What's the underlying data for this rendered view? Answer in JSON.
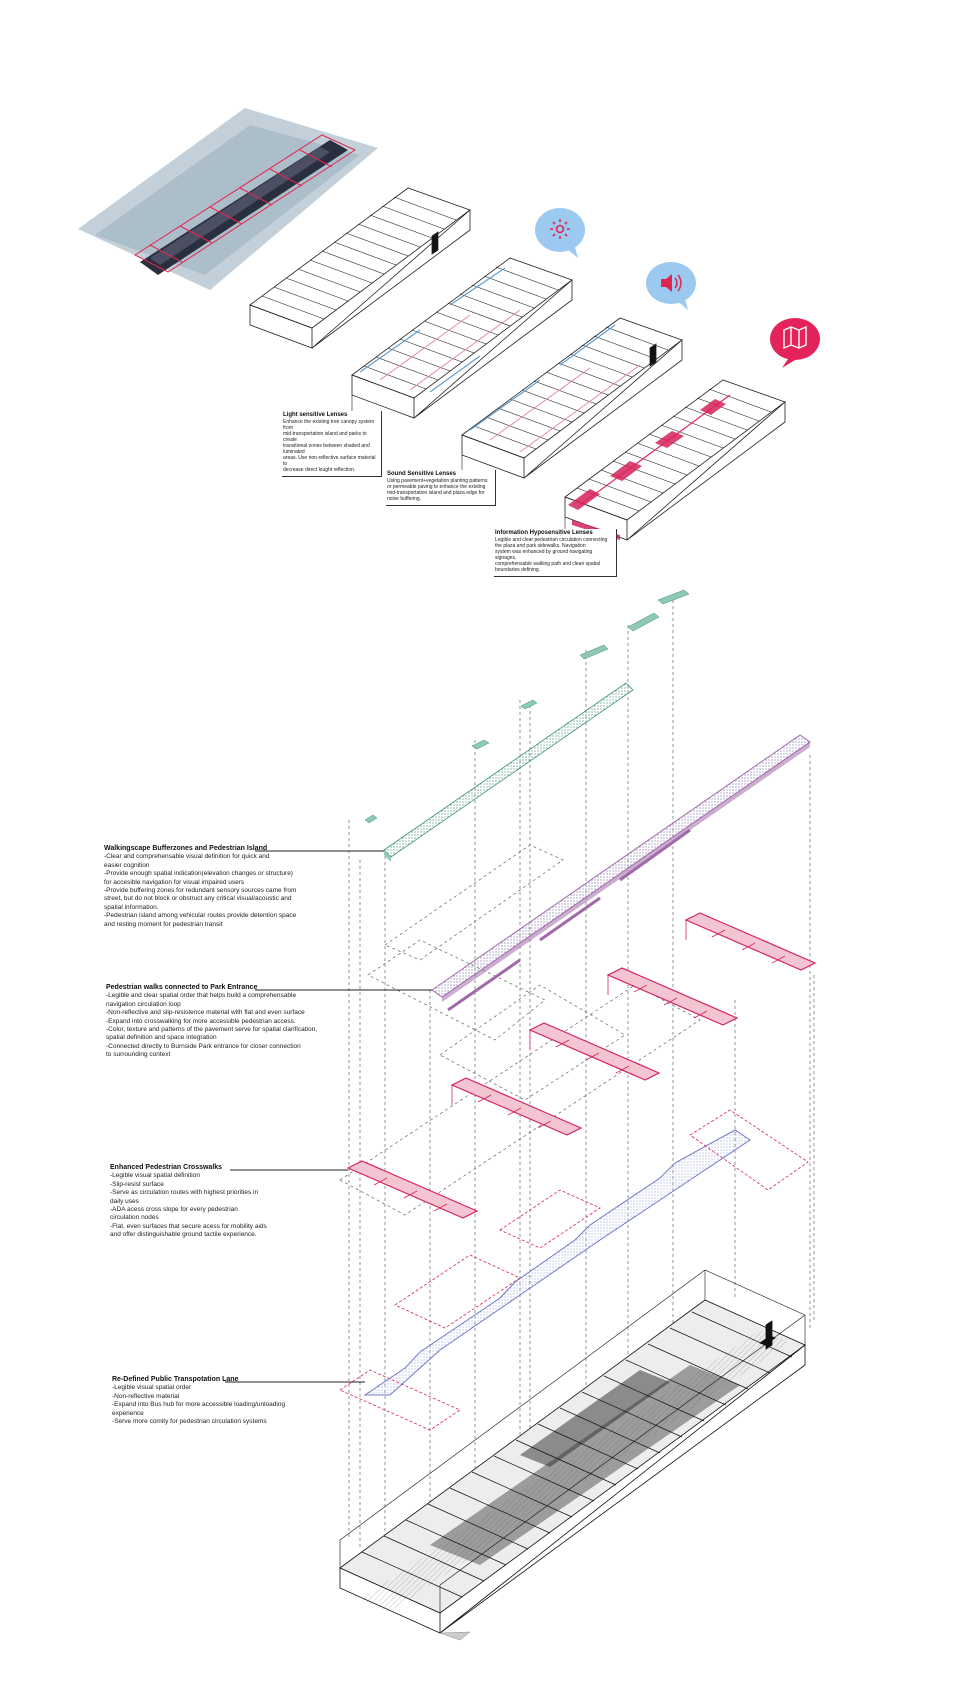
{
  "colors": {
    "blue_bubble": "#9cc9ef",
    "blue_icon": "#e0274f",
    "red_bubble": "#e32359",
    "teal": "#8fc8b6",
    "purple": "#a06aa8",
    "crimson": "#d5235a",
    "periwinkle": "#6f78c8",
    "ink": "#222222"
  },
  "icons": {
    "light": "sun-icon",
    "sound": "speaker-icon",
    "info": "map-icon"
  },
  "lenses": [
    {
      "title": "Light sensitive Lenses",
      "lines": [
        "Enhance the existing tree canopy system from",
        "mid-transportation island and parks to create",
        "transitional zones between shaded and luminated",
        "areas. Use non-reflective surface material to",
        "decrease direct lought reflection."
      ]
    },
    {
      "title": "Sound Sensitive Lenses",
      "lines": [
        "Using pavement+vegetation planting patterns",
        "or permeable paving to enhance the existing",
        "mid-transportation island and plaza edge for",
        "noise buffering."
      ]
    },
    {
      "title": "Information Hyposensitive Lenses",
      "lines": [
        "Legible and clear pedestrian circulation connecting",
        "the plaza and park sidewalks. Navigation",
        "system was enhanced by ground navigating signages,",
        "comprehensable walking path and clean spatial",
        "boundaries defining."
      ]
    }
  ],
  "notes": [
    {
      "title": "Walkingscape Bufferzones and Pedestrian Island",
      "lines": [
        "-Clear and comprehensable visual definition for quick and",
        "easier cognition",
        "-Provide enough spatial indication(elevation changes or structure)",
        "for accesible navigation for visual impaired users",
        "-Provide buffering zones for redundant sensory sources came from",
        "street, but do not block or obstruct any critical visual/acoustic and",
        "spatial information.",
        "-Pedestrian island among vehicular routes provide detention space",
        "and resting moment for pedestrian transit"
      ]
    },
    {
      "title": "Pedestrian walks connected to Park Entrance",
      "lines": [
        "-Legible and clear spatial order that helps build a comprehensable",
        "navigation circulation loop",
        "-Non-reflective and slip-resistence material with flat and even surface",
        "-Expand into crosswalking for more accessible pedestrian access.",
        "-Color, texture and patterns of the pavement serve for spatial clarification,",
        "spatial definition and space integration",
        "-Connected directly to Burnside Park entrance for closer connection",
        "to surrounding context"
      ]
    },
    {
      "title": "Enhanced Pedestrian Crosswalks",
      "lines": [
        "-Legible visual spatial definition",
        "-Slip-resist surface",
        "-Serve as circulation routes with highest priorities in",
        "daily uses",
        "-ADA acess cross slope for every pedestrian",
        "circulation nodes",
        "-Flat, even surfaces that secure acess for mobility aids",
        "and offer distinguishable ground tactile experience."
      ]
    },
    {
      "title": "Re-Defined Public Transpotation Lane",
      "lines": [
        "-Legible visual spatial order",
        "-Non-reflective material",
        "-Expand into Bus hub for more accessible loading/unloading",
        "experience",
        "-Serve more comity for pedestrian circulation systems"
      ]
    }
  ]
}
